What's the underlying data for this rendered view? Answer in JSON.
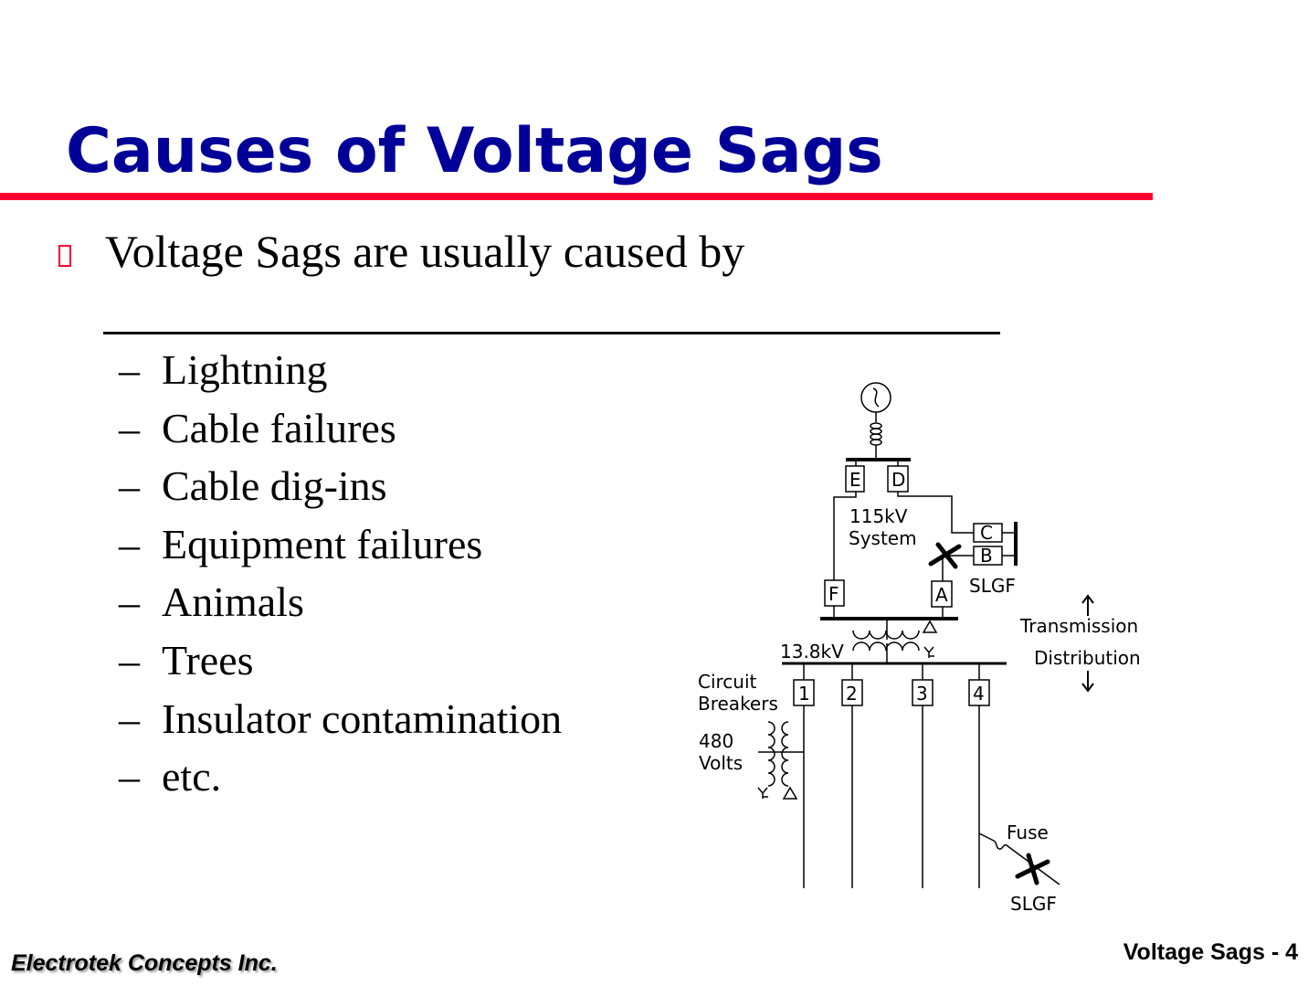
{
  "slide": {
    "title": "Causes of Voltage Sags",
    "accent_color": "#ff0033",
    "title_color": "#000099",
    "main_bullet": "Voltage Sags are usually caused by",
    "bullet_icon": "hollow-square-bullet",
    "sub_items": [
      {
        "dash": "–",
        "label": "Lightning"
      },
      {
        "dash": "–",
        "label": "Cable failures"
      },
      {
        "dash": "–",
        "label": "Cable dig-ins"
      },
      {
        "dash": "–",
        "label": "Equipment failures"
      },
      {
        "dash": "–",
        "label": "Animals"
      },
      {
        "dash": "–",
        "label": "Trees"
      },
      {
        "dash": "–",
        "label": "Insulator contamination"
      },
      {
        "dash": "–",
        "label": "etc."
      }
    ]
  },
  "diagram": {
    "source_symbol": "ac-generator-icon",
    "breakers_transmission": [
      "E",
      "D",
      "C",
      "B",
      "F",
      "A"
    ],
    "system_label_line1": "115kV",
    "system_label_line2": "System",
    "fault_label_top": "SLGF",
    "transformer_primary": "Δ",
    "transformer_secondary": "Y",
    "bus_label": "13.8kV",
    "transmission_label": "Transmission",
    "distribution_label": "Distribution",
    "circuit_breakers_label_line1": "Circuit",
    "circuit_breakers_label_line2": "Breakers",
    "feeder_breakers": [
      "1",
      "2",
      "3",
      "4"
    ],
    "lv_label_line1": "480",
    "lv_label_line2": "Volts",
    "fuse_label": "Fuse",
    "fault_label_bottom": "SLGF"
  },
  "footer": {
    "company": "Electrotek Concepts Inc.",
    "page": "Voltage Sags - 4"
  }
}
